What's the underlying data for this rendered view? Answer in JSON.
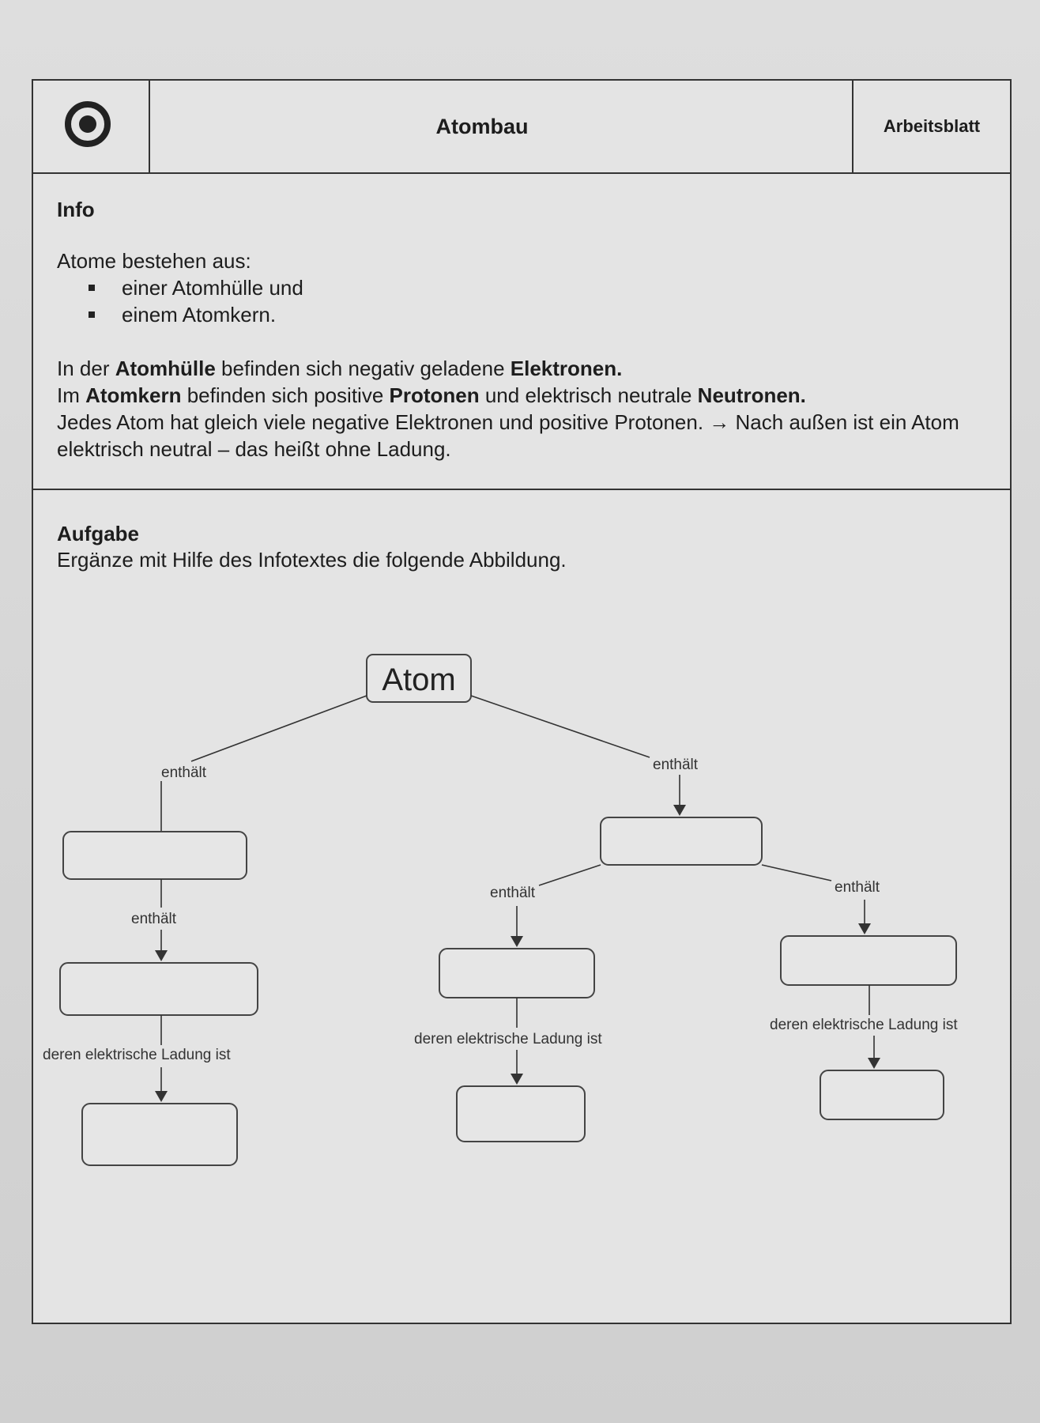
{
  "header": {
    "title": "Atombau",
    "type": "Arbeitsblatt"
  },
  "info": {
    "heading": "Info",
    "intro": "Atome bestehen aus:",
    "bullets": [
      "einer Atomhülle und",
      "einem Atomkern."
    ],
    "p1": {
      "a": "In der ",
      "b": "Atomhülle",
      "c": " befinden sich negativ geladene ",
      "d": "Elektronen."
    },
    "p2": {
      "a": "Im ",
      "b": "Atomkern",
      "c": " befinden sich positive ",
      "d": "Protonen",
      "e": " und elektrisch neutrale ",
      "f": "Neutronen."
    },
    "p3": "Jedes Atom hat gleich viele negative Elektronen und positive Protonen. → Nach außen ist ein Atom elektrisch neutral – das heißt ohne Ladung."
  },
  "task": {
    "heading": "Aufgabe",
    "instruction": "Ergänze mit Hilfe des Infotextes die folgende Abbildung."
  },
  "diagram": {
    "root": "Atom",
    "label_contains": "enthält",
    "label_charge": "deren elektrische Ladung ist"
  }
}
